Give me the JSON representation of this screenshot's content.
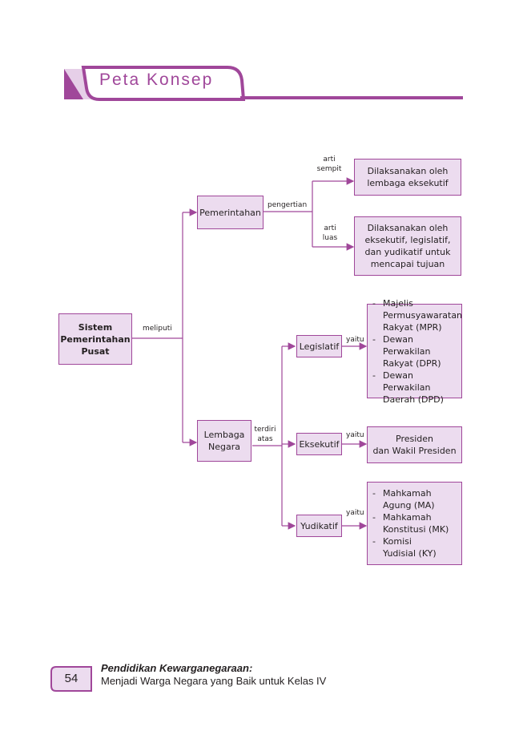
{
  "header": {
    "title": "Peta Konsep"
  },
  "diagram": {
    "root": "Sistem\nPemerintahan\nPusat",
    "root_link": "meliputi",
    "pemerintahan": {
      "label": "Pemerintahan",
      "link": "pengertian",
      "sempit_label": "arti\nsempit",
      "sempit_text": "Dilaksanakan oleh\nlembaga eksekutif",
      "luas_label": "arti\nluas",
      "luas_text": "Dilaksanakan oleh\neksekutif, legislatif,\ndan yudikatif untuk\nmencapai tujuan"
    },
    "lembaga": {
      "label": "Lembaga\nNegara",
      "link": "terdiri\natas",
      "legislatif": {
        "label": "Legislatif",
        "link": "yaitu",
        "items": [
          "Majelis\nPermusyawaratan\nRakyat (MPR)",
          "Dewan Perwakilan\nRakyat (DPR)",
          "Dewan Perwakilan\nDaerah (DPD)"
        ]
      },
      "eksekutif": {
        "label": "Eksekutif",
        "link": "yaitu",
        "text": "Presiden\ndan Wakil Presiden"
      },
      "yudikatif": {
        "label": "Yudikatif",
        "link": "yaitu",
        "items": [
          "Mahkamah\nAgung (MA)",
          "Mahkamah\nKonstitusi (MK)",
          "Komisi\nYudisial (KY)"
        ]
      }
    }
  },
  "footer": {
    "page_number": "54",
    "book_title": "Pendidikan Kewarganegaraan:",
    "book_subtitle": "Menjadi Warga Negara yang Baik untuk Kelas IV"
  },
  "colors": {
    "accent": "#a0479a",
    "box_fill": "#ecdcef",
    "light": "#e6cfe8"
  }
}
